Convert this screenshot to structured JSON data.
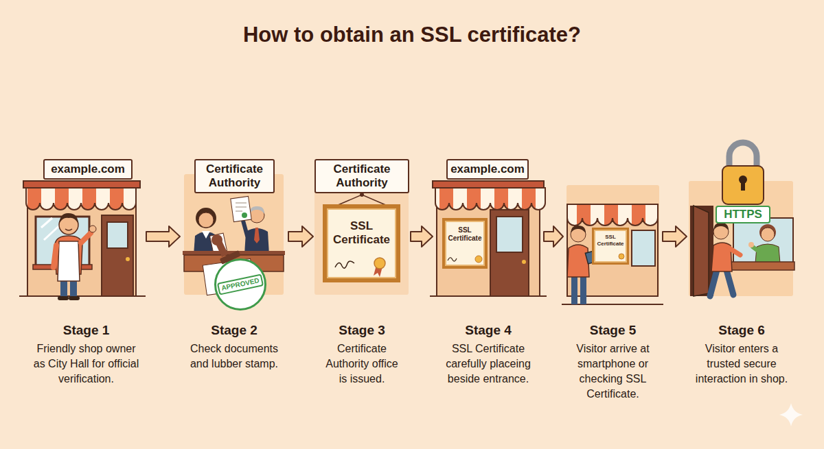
{
  "diagram": {
    "title": "How to obtain an SSL certificate?",
    "nodes": [
      {
        "text": [
          "Stage 1",
          "Friendly shop owner as City Hall for official verification."
        ]
      },
      {
        "text": [
          "example.com"
        ],
        "in": 0
      },
      {
        "text": [
          "Stage 2",
          "Check documents and lubber stamp."
        ]
      },
      {
        "text": [
          "Certificate Authority"
        ],
        "in": 2
      },
      {
        "text": [
          "APPROVED"
        ],
        "in": 2
      },
      {
        "text": [
          "Stage 3",
          "Certificate Authority office is issued."
        ]
      },
      {
        "text": [
          "Certificate Authority"
        ],
        "in": 5
      },
      {
        "text": [
          "SSL Certificate"
        ],
        "in": 5
      },
      {
        "text": [
          "Stage 4",
          "SSL Certificate carefully placeing beside entrance."
        ]
      },
      {
        "text": [
          "example.com"
        ],
        "in": 8
      },
      {
        "text": [
          "SSL Certificate"
        ],
        "in": 8
      },
      {
        "text": [
          "Stage 5",
          "Visitor arrive at smartphone or checking SSL Certificate."
        ]
      },
      {
        "text": [
          "SSL Certificate"
        ],
        "in": 11
      },
      {
        "text": [
          "Stage 6",
          "Visitor enters a trusted secure interaction in shop."
        ]
      },
      {
        "text": [
          "HTTPS"
        ],
        "in": 13
      }
    ],
    "edges": [
      {
        "from": 0,
        "to": 2,
        "arrow": "to"
      },
      {
        "from": 2,
        "to": 5,
        "arrow": "to"
      },
      {
        "from": 5,
        "to": 8,
        "arrow": "to"
      },
      {
        "from": 8,
        "to": 11,
        "arrow": "to"
      },
      {
        "from": 11,
        "to": 13,
        "arrow": "to"
      }
    ]
  }
}
